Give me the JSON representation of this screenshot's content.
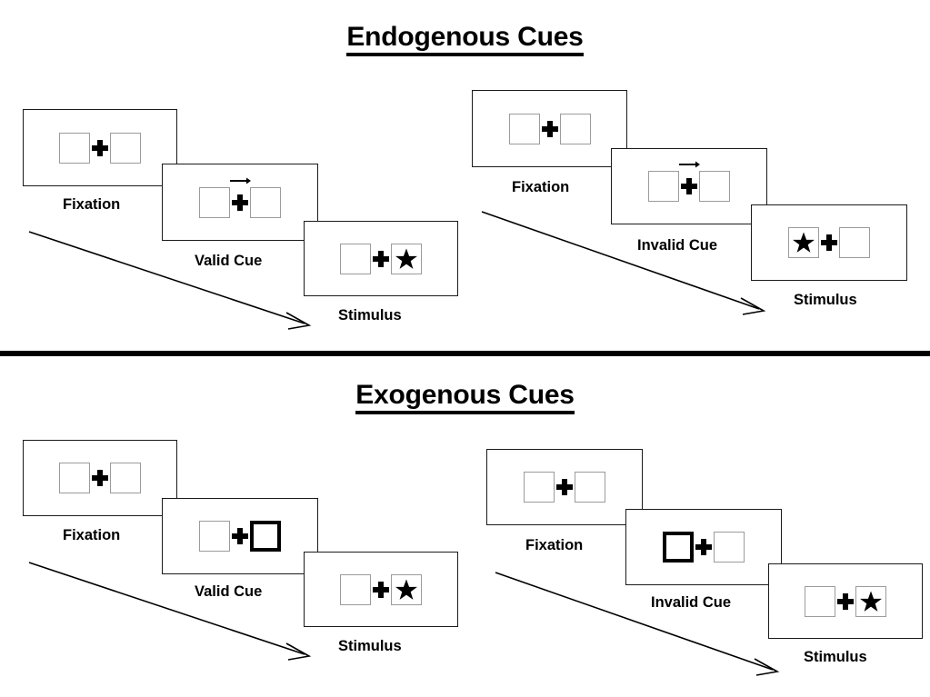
{
  "figure": {
    "title_top": "Endogenous Cues",
    "title_bottom": "Exogenous Cues",
    "colors": {
      "frame_border": "#1a1a1a",
      "box_border": "#9b9b9b",
      "cued_box_border": "#000000",
      "ink": "#000000",
      "background": "#ffffff"
    }
  },
  "sections": [
    {
      "id": "endogenous",
      "title": "Endogenous Cues",
      "cue_type": "arrow",
      "columns": [
        {
          "id": "endogenous-valid",
          "validity": "valid",
          "frames": [
            {
              "label": "Fixation",
              "left_box": "empty",
              "right_box": "empty",
              "cue": "none",
              "center": "plus"
            },
            {
              "label": "Valid Cue",
              "left_box": "empty",
              "right_box": "empty",
              "cue": "arrow-right",
              "center": "plus"
            },
            {
              "label": "Stimulus",
              "left_box": "empty",
              "right_box": "star",
              "cue": "none",
              "center": "plus"
            }
          ]
        },
        {
          "id": "endogenous-invalid",
          "validity": "invalid",
          "frames": [
            {
              "label": "Fixation",
              "left_box": "empty",
              "right_box": "empty",
              "cue": "none",
              "center": "plus"
            },
            {
              "label": "Invalid Cue",
              "left_box": "empty",
              "right_box": "empty",
              "cue": "arrow-right",
              "center": "plus"
            },
            {
              "label": "Stimulus",
              "left_box": "star",
              "right_box": "empty",
              "cue": "none",
              "center": "plus"
            }
          ]
        }
      ]
    },
    {
      "id": "exogenous",
      "title": "Exogenous Cues",
      "cue_type": "box-flash",
      "columns": [
        {
          "id": "exogenous-valid",
          "validity": "valid",
          "frames": [
            {
              "label": "Fixation",
              "left_box": "empty",
              "right_box": "empty",
              "cue": "none",
              "center": "plus"
            },
            {
              "label": "Valid Cue",
              "left_box": "empty",
              "right_box": "cued",
              "cue": "right-box-flash",
              "center": "plus"
            },
            {
              "label": "Stimulus",
              "left_box": "empty",
              "right_box": "star",
              "cue": "none",
              "center": "plus"
            }
          ]
        },
        {
          "id": "exogenous-invalid",
          "validity": "invalid",
          "frames": [
            {
              "label": "Fixation",
              "left_box": "empty",
              "right_box": "empty",
              "cue": "none",
              "center": "plus"
            },
            {
              "label": "Invalid Cue",
              "left_box": "cued",
              "right_box": "empty",
              "cue": "left-box-flash",
              "center": "plus"
            },
            {
              "label": "Stimulus",
              "left_box": "empty",
              "right_box": "star",
              "cue": "none",
              "center": "plus"
            }
          ]
        }
      ]
    }
  ],
  "timeline_arrows": [
    {
      "id": "endogenous-valid-timeline",
      "direction": "down-right"
    },
    {
      "id": "endogenous-invalid-timeline",
      "direction": "down-right"
    },
    {
      "id": "exogenous-valid-timeline",
      "direction": "down-right"
    },
    {
      "id": "exogenous-invalid-timeline",
      "direction": "down-right"
    }
  ],
  "icons": {
    "plus": "fixation-cross-icon",
    "arrow": "arrow-right-icon",
    "star": "star-icon",
    "timeline": "timeline-arrow-icon"
  }
}
